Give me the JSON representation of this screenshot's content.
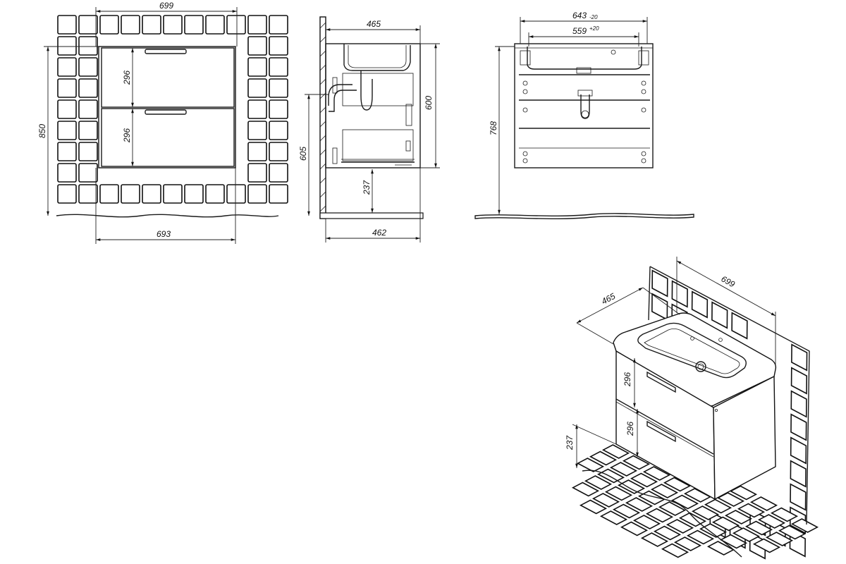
{
  "views": {
    "front": {
      "dims": {
        "top_width": "699",
        "bottom_width": "693",
        "total_height": "850",
        "drawer_upper": "296",
        "drawer_lower": "296"
      }
    },
    "side": {
      "dims": {
        "depth_top": "465",
        "depth_bottom": "462",
        "body_height": "600",
        "mount_height": "605",
        "floor_gap": "237"
      }
    },
    "back": {
      "dims": {
        "outer_width": "643",
        "outer_tol": "-20",
        "inner_width": "559",
        "inner_tol": "+20",
        "mount_height": "768"
      }
    },
    "iso": {
      "dims": {
        "width": "699",
        "depth": "465",
        "drawer_upper": "296",
        "drawer_lower": "296",
        "floor_gap": "237"
      }
    }
  }
}
